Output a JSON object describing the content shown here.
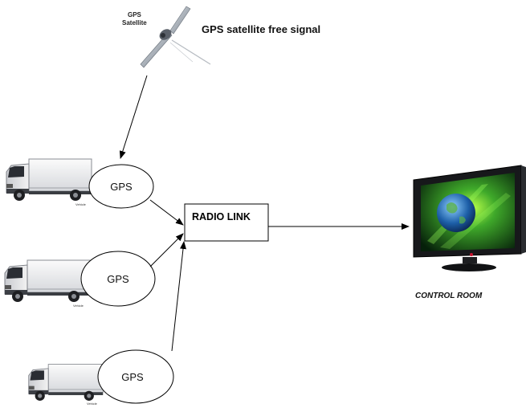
{
  "satellite": {
    "label_line1": "GPS",
    "label_line2": "Satellite",
    "signal_label": "GPS satellite free signal"
  },
  "gps_units": [
    {
      "label": "GPS"
    },
    {
      "label": "GPS"
    },
    {
      "label": "GPS"
    }
  ],
  "vehicles": [
    {
      "tag": "Vehicle"
    },
    {
      "tag": "Vehicle"
    },
    {
      "tag": "Vehicle"
    }
  ],
  "radio_link": {
    "label": "RADIO LINK"
  },
  "control_room": {
    "label": "CONTROL ROOM"
  }
}
